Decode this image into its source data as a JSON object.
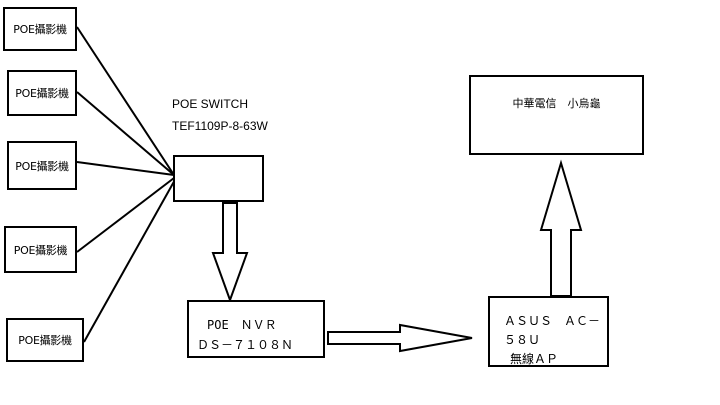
{
  "cameras": [
    {
      "label": "POE攝影機"
    },
    {
      "label": "POE攝影機"
    },
    {
      "label": "POE攝影機"
    },
    {
      "label": "POE攝影機"
    },
    {
      "label": "POE攝影機"
    }
  ],
  "switch": {
    "line1": "POE SWITCH",
    "line2": "TEF1109P-8-63W"
  },
  "nvr": {
    "line1": "POE　ＮＶＲ",
    "line2": "ＤＳ－７１０８Ｎ"
  },
  "ap": {
    "line1": "ＡＳＵＳ　ＡＣ－",
    "line2": "５８Ｕ",
    "line3": "無線ＡＰ"
  },
  "modem": {
    "label": "中華電信　小烏龜"
  }
}
